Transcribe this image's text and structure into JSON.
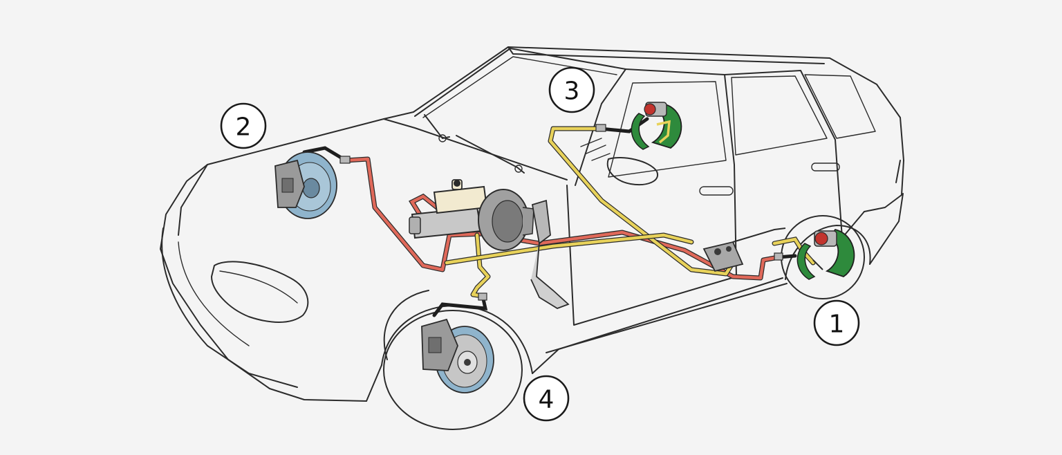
{
  "callouts": [
    {
      "id": "1",
      "label": "1"
    },
    {
      "id": "2",
      "label": "2"
    },
    {
      "id": "3",
      "label": "3"
    },
    {
      "id": "4",
      "label": "4"
    }
  ],
  "colors": {
    "background": "#f4f4f4",
    "outline": "#2b2b2b",
    "line_circuit_a": "#e0695a",
    "line_circuit_b": "#e8d25a",
    "hose": "#1e1e1e",
    "brake_shoe": "#2e8a3c",
    "wheel_cylinder": "#c2342e",
    "disc": "#8fb4cc",
    "metal": "#b8b8b8",
    "reservoir": "#f2ead0"
  },
  "icons": {
    "front_left_brake": "disc-brake-icon",
    "front_right_brake": "disc-brake-icon",
    "rear_left_brake": "drum-brake-icon",
    "rear_right_brake": "drum-brake-icon",
    "master_cylinder": "master-cylinder-icon",
    "vacuum_booster": "brake-booster-icon",
    "pressure_regulator": "pressure-regulator-icon",
    "brake_pedal": "brake-pedal-icon"
  }
}
